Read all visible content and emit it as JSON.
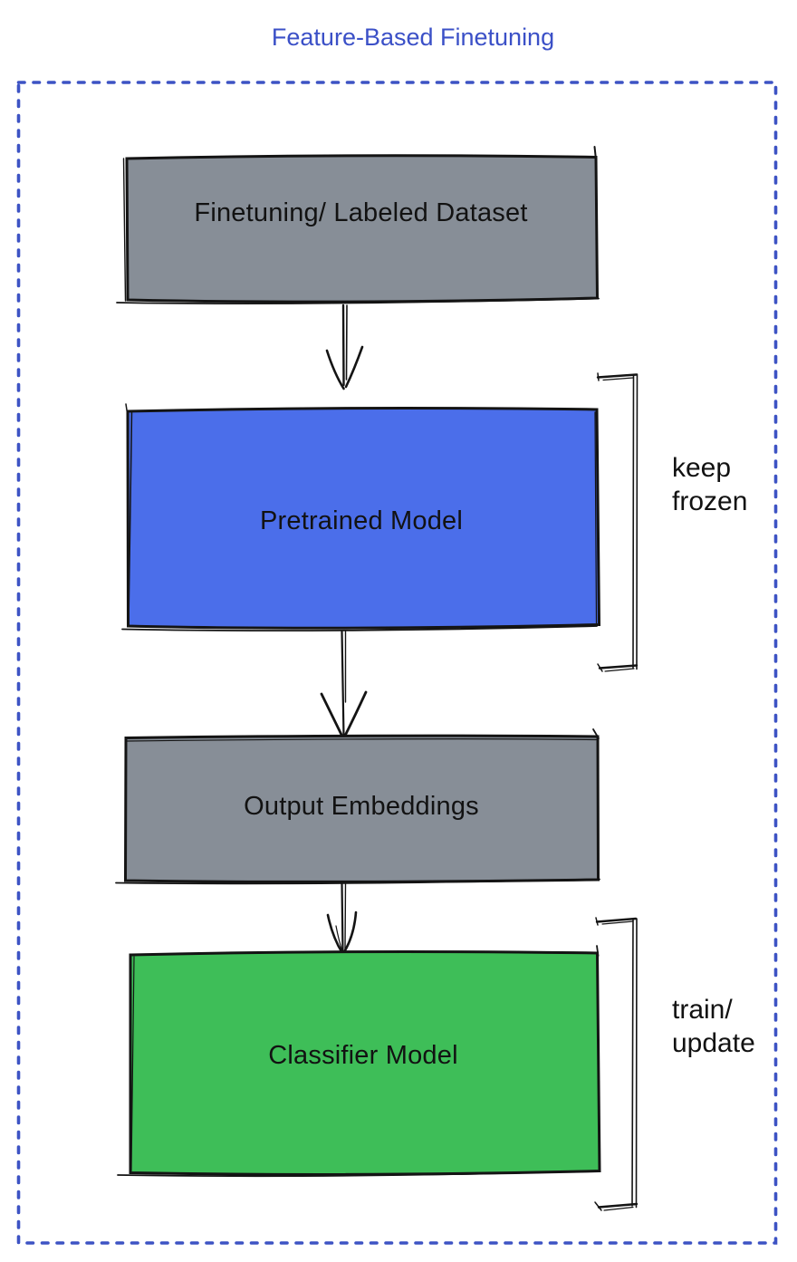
{
  "title": "Feature-Based Finetuning",
  "colors": {
    "title_blue": "#3B50C7",
    "frame_blue": "#3D53C4",
    "outline_black": "#141414",
    "box_gray": "#878E97",
    "box_blue": "#4B6EEA",
    "box_green": "#3EBE58",
    "label_black": "#121212"
  },
  "diagram": {
    "boxes": [
      {
        "id": "finetuning-dataset",
        "label": "Finetuning/ Labeled Dataset",
        "fill": "#878E97"
      },
      {
        "id": "pretrained-model",
        "label": "Pretrained Model",
        "fill": "#4B6EEA"
      },
      {
        "id": "output-embeddings",
        "label": "Output Embeddings",
        "fill": "#878E97"
      },
      {
        "id": "classifier-model",
        "label": "Classifier Model",
        "fill": "#3EBE58"
      }
    ],
    "annotations": [
      {
        "id": "keep-frozen",
        "label": "keep\nfrozen",
        "applies_to": "pretrained-model"
      },
      {
        "id": "train-update",
        "label": "train/\nupdate",
        "applies_to": "classifier-model"
      }
    ],
    "arrows": [
      {
        "from": "finetuning-dataset",
        "to": "pretrained-model"
      },
      {
        "from": "pretrained-model",
        "to": "output-embeddings"
      },
      {
        "from": "output-embeddings",
        "to": "classifier-model"
      }
    ]
  }
}
